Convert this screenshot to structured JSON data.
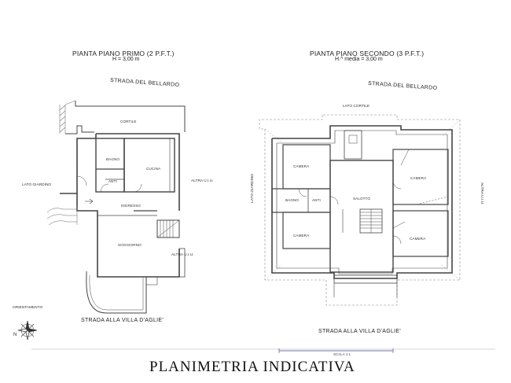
{
  "plans": [
    {
      "title": "PIANTA PIANO PRIMO (2 P.F.T.)",
      "height": "H = 3,00 m",
      "street_top": "STRADA DEL BELLARDO",
      "street_bottom": "STRADA ALLA VILLA D'AGLIE'",
      "side_left": "LATO GIARDINO",
      "side_right_top": "ALTRA U.I.U.",
      "side_right_bottom": "ALTRA U.I.U.",
      "rooms": [
        "CORTILE",
        "BAGNO",
        "ANTI",
        "CUCINA",
        "INGRESSO",
        "SOGGIORNO"
      ]
    },
    {
      "title": "PIANTA PIANO SECONDO (3 P.F.T.)",
      "height": "H.^ media = 3,00 m",
      "street_top": "STRADA DEL BELLARDO",
      "street_bottom": "STRADA ALLA VILLA D'AGLIE'",
      "side_top": "LATO CORTILE",
      "side_left": "LATO GIARDINO",
      "side_right": "ALTRA U.I.U.",
      "rooms": [
        "CAMERA",
        "BAGNO",
        "ANTI",
        "SALOTTO",
        "CAMERA",
        "CAMERA",
        "CAMERA"
      ]
    }
  ],
  "orientation_label": "ORIENTAMENTO",
  "compass_letter": "N",
  "scale_text": "SCALA 1:1",
  "footer_title": "PLANIMETRIA INDICATIVA"
}
